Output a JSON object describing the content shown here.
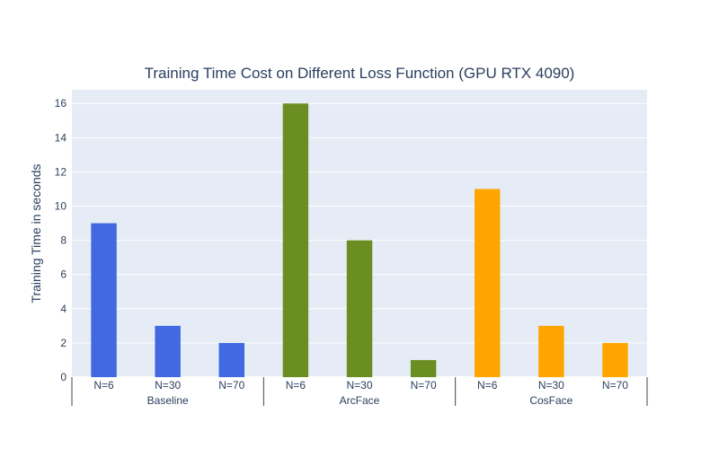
{
  "chart_data": {
    "type": "bar",
    "title": "Training Time Cost on Different Loss Function (GPU RTX 4090)",
    "xlabel": "",
    "ylabel": "Training Time in seconds",
    "ylim": [
      0,
      16.8
    ],
    "yticks": [
      0,
      2,
      4,
      6,
      8,
      10,
      12,
      14,
      16
    ],
    "grid": true,
    "legend": "none",
    "groups": [
      {
        "name": "Baseline",
        "color": "#4169E1",
        "categories": [
          "N=6",
          "N=30",
          "N=70"
        ],
        "values": [
          9,
          3,
          2
        ]
      },
      {
        "name": "ArcFace",
        "color": "#6B8E23",
        "categories": [
          "N=6",
          "N=30",
          "N=70"
        ],
        "values": [
          16,
          8,
          1
        ]
      },
      {
        "name": "CosFace",
        "color": "#FFA500",
        "categories": [
          "N=6",
          "N=30",
          "N=70"
        ],
        "values": [
          11,
          3,
          2
        ]
      }
    ]
  }
}
